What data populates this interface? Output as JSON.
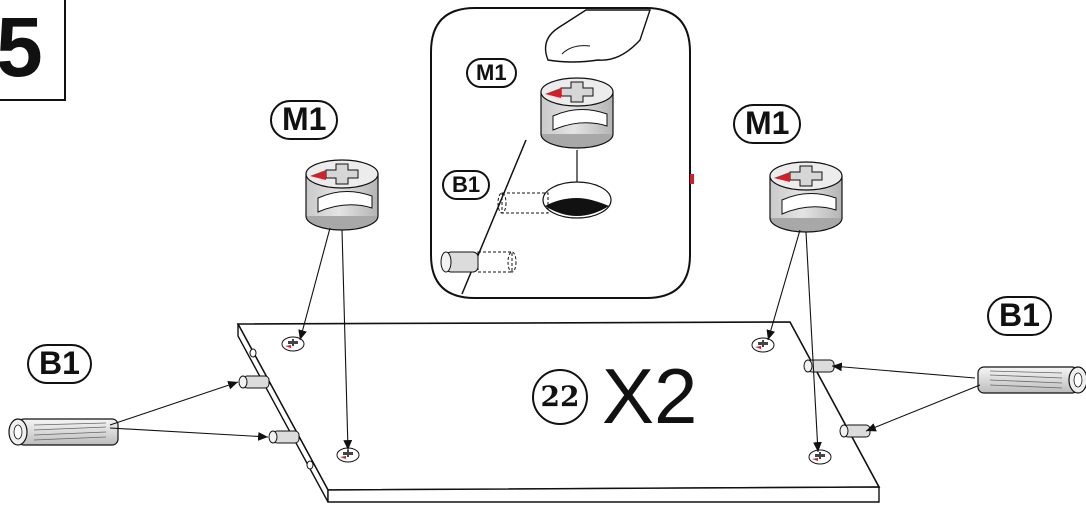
{
  "step": {
    "number": "5"
  },
  "labels": {
    "cam_top_left": "M1",
    "cam_top_right": "M1",
    "inset_cam": "M1",
    "inset_dowel": "B1",
    "dowel_left": "B1",
    "dowel_right": "B1"
  },
  "part": {
    "number": "22",
    "quantity": "X2"
  },
  "colors": {
    "ink": "#111111",
    "metal_light": "#e6e6e6",
    "metal_dark": "#b4b4b4",
    "arrow_red": "#d0202a"
  }
}
